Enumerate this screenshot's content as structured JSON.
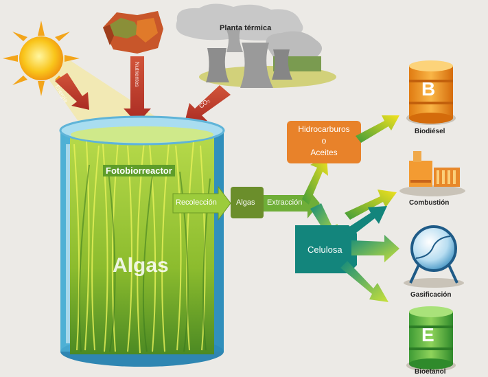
{
  "title": "Planta térmica",
  "photobioreactor": "Fotobiorreactor",
  "algae_big": "Algas",
  "steps": {
    "harvest": "Recolección",
    "algae": "Algas",
    "extraction": "Extracción"
  },
  "hydrocarbons": {
    "line1": "Hidrocarburos",
    "line2": "o",
    "line3": "Aceites"
  },
  "cellulose": "Celulosa",
  "inputs": {
    "sun": "Energía",
    "nutrients": "Nutrientes",
    "co2": "CO₂"
  },
  "products": {
    "biodiesel": "Biodiésel",
    "combustion": "Combustión",
    "gasification": "Gasificación",
    "bioethanol": "Bioetanol"
  },
  "barrel_letters": {
    "biodiesel": "B",
    "bioethanol": "E"
  },
  "colors": {
    "orange": "#e8822a",
    "teal": "#15827a",
    "green": "#6fa63a",
    "red_arrow": "#c4392a"
  }
}
